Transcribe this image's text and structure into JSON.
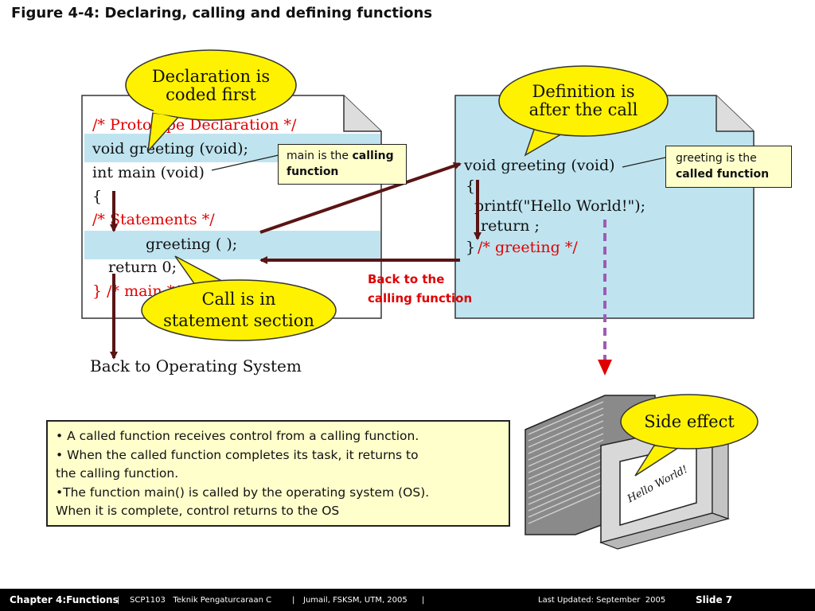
{
  "title": "Figure 4-4: Declaring, calling and defining functions",
  "left_code": [
    "/* Prototype Declaration  */",
    "void greeting (void);",
    "int main (void)",
    "{",
    "/* Statements */",
    "greeting ( );",
    "return 0;",
    "} /* main */"
  ],
  "right_code": [
    "void greeting (void)",
    "{",
    "printf(\"Hello World!\");",
    "return ;",
    "} /* greeting */"
  ],
  "bubbles": {
    "declaration": [
      "Declaration is",
      "coded first"
    ],
    "definition": [
      "Definition is",
      "after the call"
    ],
    "call": [
      "Call is in",
      "statement section"
    ],
    "side_effect": "Side effect"
  },
  "notes": {
    "main_calling_prefix": "main is the ",
    "main_calling_bold": "calling function",
    "greeting_called_prefix": "greeting is the ",
    "greeting_called_bold": "called function"
  },
  "labels": {
    "back_to_calling_1": "Back to the",
    "back_to_calling_2": "calling function",
    "back_to_os": "Back to Operating System",
    "hello_world_screen": "Hello World!"
  },
  "info_box": [
    "• A called function receives control from a calling function.",
    "• When the called function completes its task, it returns to",
    "the calling function.",
    "•The function main() is called by the operating system (OS).",
    "When it is complete, control returns to the OS"
  ],
  "footer": {
    "chapter": "Chapter 4:Functions",
    "sep1": "|",
    "course": "SCP1103   Teknik Pengaturcaraan C",
    "sep2": "|",
    "author": "Jumail, FSKSM, UTM, 2005",
    "sep3": "|",
    "updated": "Last Updated: September  2005",
    "slide": "Slide 7"
  },
  "colors": {
    "bubble": "#fff200",
    "code_panel": "#bfe4f0",
    "highlight": "#bfe4f0",
    "note_bg": "#ffffcc",
    "comment_red": "#e00000",
    "arrow": "#5a1414",
    "dashed_arrow": "#a05ab4"
  }
}
